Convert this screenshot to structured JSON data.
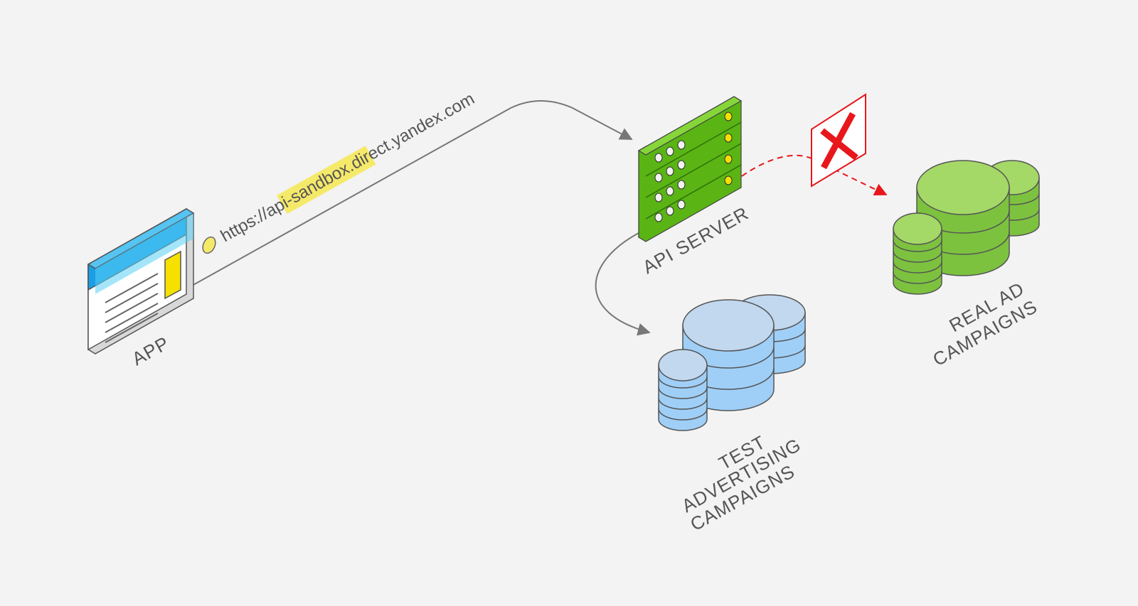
{
  "app": {
    "label": "APP"
  },
  "request": {
    "url_prefix": "https://",
    "url_highlight": "api-sandbox",
    "url_suffix": ".direct.yandex.com"
  },
  "server": {
    "label": "API SERVER"
  },
  "test_db": {
    "label_lines": [
      "TEST",
      "ADVERTISING",
      "CAMPAIGNS"
    ]
  },
  "real_db": {
    "label_lines": [
      "REAL AD",
      "CAMPAIGNS"
    ]
  },
  "colors": {
    "background": "#f3f3f3",
    "highlight": "#f5e96a",
    "blocked": "#e8171b",
    "server_green": "#5ab514",
    "test_blue": "#a8d0f5",
    "real_green": "#8cd14c",
    "app_blue": "#1a9ee6"
  },
  "icons": {
    "app": "app-window-icon",
    "server": "server-rack-icon",
    "test": "database-cluster-icon",
    "real": "database-cluster-icon",
    "block": "blocked-x-icon"
  }
}
